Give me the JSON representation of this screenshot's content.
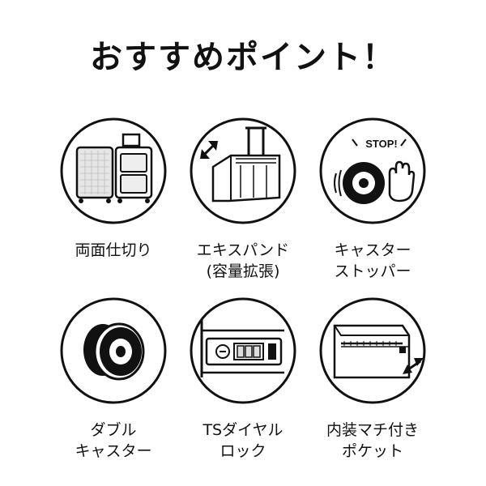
{
  "title": "おすすめポイント！",
  "features": [
    {
      "icon": "suitcase-split-icon",
      "lines": [
        "両面仕切り"
      ]
    },
    {
      "icon": "expand-suitcase-icon",
      "lines": [
        "エキスパンド",
        "(容量拡張)"
      ]
    },
    {
      "icon": "stop-caster-icon",
      "lines": [
        "キャスター",
        "ストッパー"
      ],
      "badge": "STOP!"
    },
    {
      "icon": "double-caster-icon",
      "lines": [
        "ダブル",
        "キャスター"
      ]
    },
    {
      "icon": "ts-lock-icon",
      "lines": [
        "TSダイヤル",
        "ロック"
      ]
    },
    {
      "icon": "inner-pocket-icon",
      "lines": [
        "内装マチ付き",
        "ポケット"
      ]
    }
  ],
  "colors": {
    "ink": "#111111",
    "background": "#ffffff"
  }
}
